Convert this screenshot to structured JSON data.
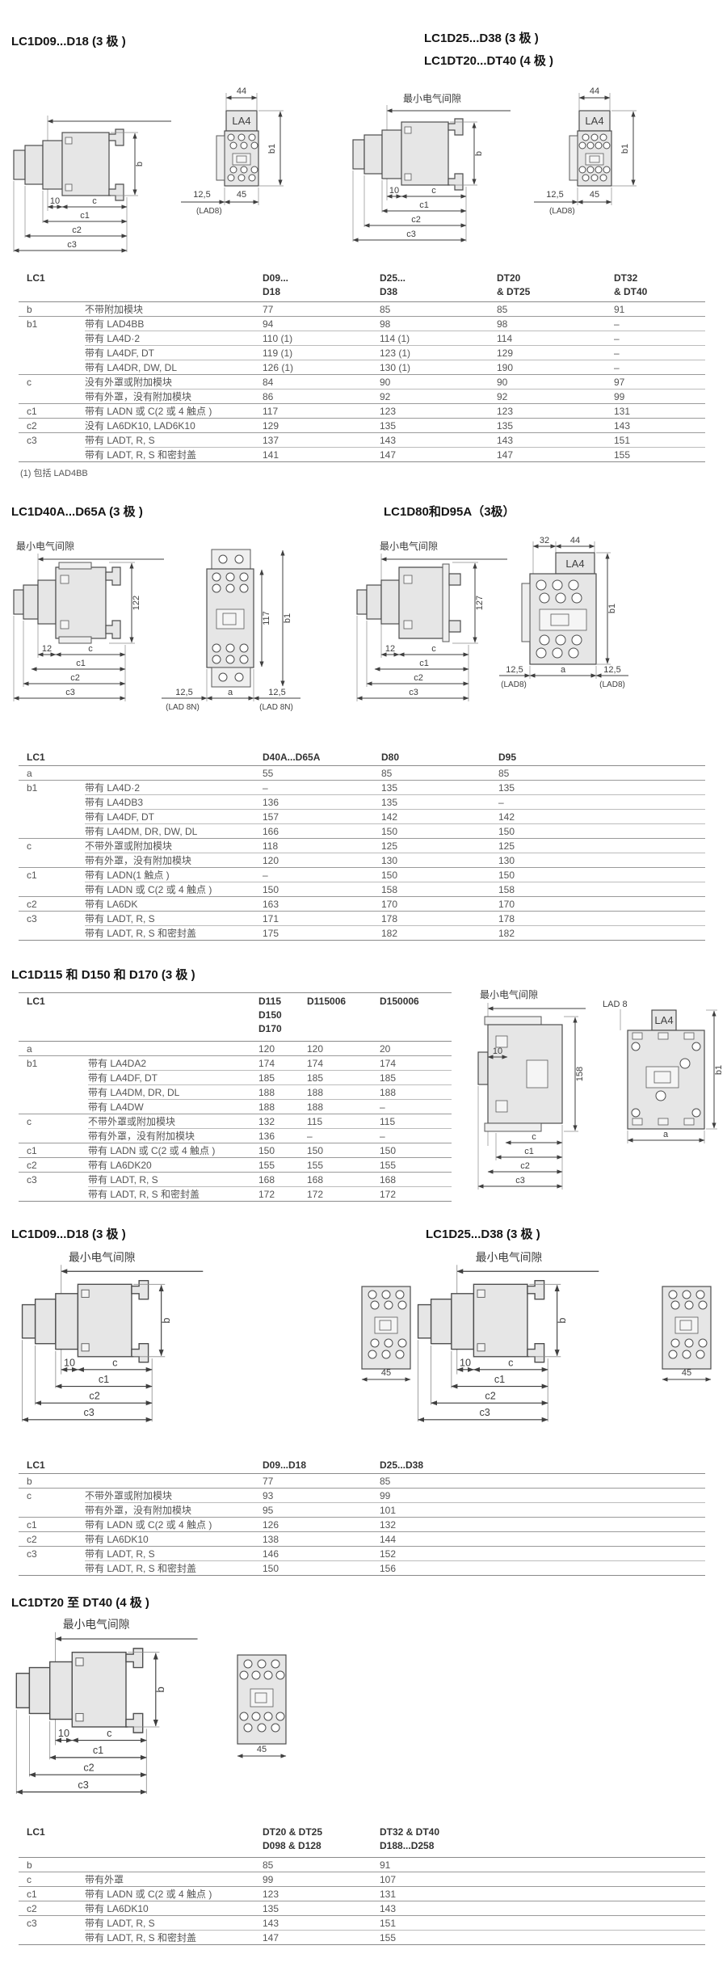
{
  "colors": {
    "body_fill": "#e6e6e6",
    "outline": "#4d4d4d",
    "rule": "#9a9a9a",
    "text": "#4a4a4a"
  },
  "labels": {
    "clearance": "最小电气间隙",
    "b": "b",
    "b1": "b1",
    "a": "a",
    "c": "c",
    "c1": "c1",
    "c2": "c2",
    "c3": "c3",
    "d10": "10",
    "d12": "12",
    "d125": "12,5",
    "d32": "32",
    "d44": "44",
    "d45": "45",
    "d117": "117",
    "d122": "122",
    "d127": "127",
    "d158": "158",
    "la4": "LA4",
    "lad8": "(LAD8)",
    "lad8n": "(LAD 8N)",
    "lad8_top": "LAD 8"
  },
  "sections": {
    "s1": {
      "title_left": "LC1D09...D18 (3 极 )",
      "title_right_1": "LC1D25...D38 (3 极 )",
      "title_right_2": "LC1DT20...DT40 (4 极 )"
    },
    "s2": {
      "title_left": "LC1D40A...D65A (3 极 )",
      "title_right": "LC1D80和D95A（3极）"
    },
    "s3": {
      "title": "LC1D115 和 D150 和 D170 (3 极 )"
    },
    "s4": {
      "title_left": "LC1D09...D18 (3 极 )",
      "title_right": "LC1D25...D38 (3 极 )"
    },
    "s5": {
      "title": "LC1DT20 至 DT40 (4 极 )"
    }
  },
  "tables": [
    {
      "headers": [
        [
          "LC1"
        ],
        [
          "D09...",
          "D18"
        ],
        [
          "D25...",
          "D38"
        ],
        [
          "DT20",
          "& DT25"
        ],
        [
          "DT32",
          "& DT40"
        ]
      ],
      "rows": [
        {
          "p": "b",
          "d": "不带附加模块",
          "v": [
            "77",
            "85",
            "85",
            "91"
          ]
        },
        {
          "p": "b1",
          "d": "带有 LAD4BB",
          "v": [
            "94",
            "98",
            "98",
            "–"
          ]
        },
        {
          "p": "",
          "d": "带有 LA4D·2",
          "v": [
            "110 (1)",
            "114 (1)",
            "114",
            "–"
          ]
        },
        {
          "p": "",
          "d": "带有 LA4DF, DT",
          "v": [
            "119 (1)",
            "123 (1)",
            "129",
            "–"
          ]
        },
        {
          "p": "",
          "d": "带有 LA4DR, DW, DL",
          "v": [
            "126 (1)",
            "130 (1)",
            "190",
            "–"
          ]
        },
        {
          "p": "c",
          "d": "没有外罩或附加模块",
          "v": [
            "84",
            "90",
            "90",
            "97"
          ]
        },
        {
          "p": "",
          "d": "带有外罩，没有附加模块",
          "v": [
            "86",
            "92",
            "92",
            "99"
          ]
        },
        {
          "p": "c1",
          "d": "带有 LADN 或 C(2 或 4 触点 )",
          "v": [
            "117",
            "123",
            "123",
            "131"
          ]
        },
        {
          "p": "c2",
          "d": "没有 LA6DK10, LAD6K10",
          "v": [
            "129",
            "135",
            "135",
            "143"
          ]
        },
        {
          "p": "c3",
          "d": "带有 LADT, R, S",
          "v": [
            "137",
            "143",
            "143",
            "151"
          ]
        },
        {
          "p": "",
          "d": "带有 LADT, R, S 和密封盖",
          "v": [
            "141",
            "147",
            "147",
            "155"
          ]
        }
      ],
      "footnote": "(1) 包括 LAD4BB"
    },
    {
      "headers": [
        [
          "LC1"
        ],
        [
          "D40A...D65A"
        ],
        [
          "D80"
        ],
        [
          "D95"
        ]
      ],
      "rows": [
        {
          "p": "a",
          "d": "",
          "v": [
            "55",
            "85",
            "85"
          ]
        },
        {
          "p": "b1",
          "d": "带有 LA4D·2",
          "v": [
            "–",
            "135",
            "135"
          ]
        },
        {
          "p": "",
          "d": "带有 LA4DB3",
          "v": [
            "136",
            "135",
            "–"
          ]
        },
        {
          "p": "",
          "d": "带有 LA4DF, DT",
          "v": [
            "157",
            "142",
            "142"
          ]
        },
        {
          "p": "",
          "d": "带有 LA4DM, DR, DW, DL",
          "v": [
            "166",
            "150",
            "150"
          ]
        },
        {
          "p": "c",
          "d": "不带外罩或附加模块",
          "v": [
            "118",
            "125",
            "125"
          ]
        },
        {
          "p": "",
          "d": "带有外罩，没有附加模块",
          "v": [
            "120",
            "130",
            "130"
          ]
        },
        {
          "p": "c1",
          "d": "带有 LADN(1 触点 )",
          "v": [
            "–",
            "150",
            "150"
          ]
        },
        {
          "p": "",
          "d": "带有 LADN 或 C(2 或 4 触点 )",
          "v": [
            "150",
            "158",
            "158"
          ]
        },
        {
          "p": "c2",
          "d": "带有 LA6DK",
          "v": [
            "163",
            "170",
            "170"
          ]
        },
        {
          "p": "c3",
          "d": "带有 LADT, R, S",
          "v": [
            "171",
            "178",
            "178"
          ]
        },
        {
          "p": "",
          "d": "带有 LADT, R, S 和密封盖",
          "v": [
            "175",
            "182",
            "182"
          ]
        }
      ]
    },
    {
      "headers": [
        [
          "LC1"
        ],
        [
          "D115",
          "D150",
          "D170"
        ],
        [
          "D115006"
        ],
        [
          "D150006"
        ]
      ],
      "rows": [
        {
          "p": "a",
          "d": "",
          "v": [
            "120",
            "120",
            "20"
          ]
        },
        {
          "p": "b1",
          "d": "带有 LA4DA2",
          "v": [
            "174",
            "174",
            "174"
          ]
        },
        {
          "p": "",
          "d": "带有 LA4DF, DT",
          "v": [
            "185",
            "185",
            "185"
          ]
        },
        {
          "p": "",
          "d": "带有 LA4DM, DR, DL",
          "v": [
            "188",
            "188",
            "188"
          ]
        },
        {
          "p": "",
          "d": "带有 LA4DW",
          "v": [
            "188",
            "188",
            "–"
          ]
        },
        {
          "p": "c",
          "d": "不带外罩或附加模块",
          "v": [
            "132",
            "115",
            "115"
          ]
        },
        {
          "p": "",
          "d": "带有外罩，没有附加模块",
          "v": [
            "136",
            "–",
            "–"
          ]
        },
        {
          "p": "c1",
          "d": "带有 LADN 或 C(2 或 4 触点 )",
          "v": [
            "150",
            "150",
            "150"
          ]
        },
        {
          "p": "c2",
          "d": "带有 LA6DK20",
          "v": [
            "155",
            "155",
            "155"
          ]
        },
        {
          "p": "c3",
          "d": "带有 LADT, R, S",
          "v": [
            "168",
            "168",
            "168"
          ]
        },
        {
          "p": "",
          "d": "带有 LADT, R, S 和密封盖",
          "v": [
            "172",
            "172",
            "172"
          ]
        }
      ]
    },
    {
      "headers": [
        [
          "LC1"
        ],
        [
          "D09...D18"
        ],
        [
          "D25...D38"
        ]
      ],
      "rows": [
        {
          "p": "b",
          "d": "",
          "v": [
            "77",
            "85"
          ]
        },
        {
          "p": "c",
          "d": "不带外罩或附加模块",
          "v": [
            "93",
            "99"
          ]
        },
        {
          "p": "",
          "d": "带有外罩，没有附加模块",
          "v": [
            "95",
            "101"
          ]
        },
        {
          "p": "c1",
          "d": "带有 LADN 或 C(2 或 4 触点 )",
          "v": [
            "126",
            "132"
          ]
        },
        {
          "p": "c2",
          "d": "带有 LA6DK10",
          "v": [
            "138",
            "144"
          ]
        },
        {
          "p": "c3",
          "d": "带有 LADT, R, S",
          "v": [
            "146",
            "152"
          ]
        },
        {
          "p": "",
          "d": "带有 LADT, R, S 和密封盖",
          "v": [
            "150",
            "156"
          ]
        }
      ]
    },
    {
      "headers": [
        [
          "LC1"
        ],
        [
          "DT20 & DT25",
          "D098 & D128"
        ],
        [
          "DT32 & DT40",
          "D188...D258"
        ]
      ],
      "rows": [
        {
          "p": "b",
          "d": "",
          "v": [
            "85",
            "91"
          ]
        },
        {
          "p": "c",
          "d": "带有外罩",
          "v": [
            "99",
            "107"
          ]
        },
        {
          "p": "c1",
          "d": "带有 LADN 或 C(2 或 4 触点 )",
          "v": [
            "123",
            "131"
          ]
        },
        {
          "p": "c2",
          "d": "带有 LA6DK10",
          "v": [
            "135",
            "143"
          ]
        },
        {
          "p": "c3",
          "d": "带有 LADT, R, S",
          "v": [
            "143",
            "151"
          ]
        },
        {
          "p": "",
          "d": "带有 LADT, R, S 和密封盖",
          "v": [
            "147",
            "155"
          ]
        }
      ]
    }
  ]
}
